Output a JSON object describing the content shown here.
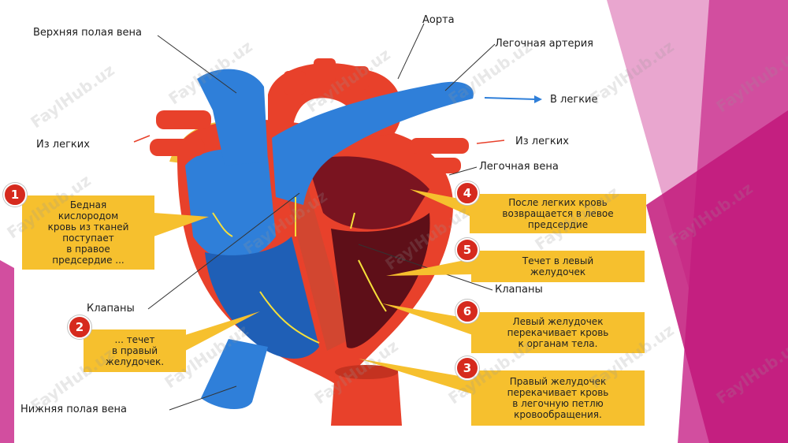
{
  "labels": {
    "superior_vena_cava": "Верхняя полая вена",
    "aorta": "Аорта",
    "pulmonary_artery": "Легочная артерия",
    "to_lungs": "В легкие",
    "from_lungs_left": "Из легких",
    "from_lungs_right": "Из легких",
    "pulmonary_vein": "Легочная вена",
    "valves_left": "Клапаны",
    "valves_right": "Клапаны",
    "inferior_vena_cava": "Нижняя полая вена"
  },
  "steps": [
    {
      "number": "1",
      "text": "Бедная\nкислородом\nкровь из тканей\nпоступает\nв правое\nпредсердие ..."
    },
    {
      "number": "2",
      "text": "... течет\nв правый\nжелудочек."
    },
    {
      "number": "3",
      "text": "Правый желудочек\nперекачивает кровь\nв легочную петлю\nкровообращения."
    },
    {
      "number": "4",
      "text": "После легких кровь\nвозвращается в левое\nпредсердие"
    },
    {
      "number": "5",
      "text": "Течет в левый\nжелудочек"
    },
    {
      "number": "6",
      "text": "Левый желудочек\nперекачивает кровь\nк органам тела."
    }
  ],
  "watermark": "FaylHub.uz",
  "colors": {
    "callout": "#f6c02e",
    "badge": "#d62a1e",
    "vein_blue": "#2f7fd9",
    "artery_red": "#e8412b",
    "chamber_dark": "#7a1420",
    "slide_magenta": "#c2187a"
  }
}
